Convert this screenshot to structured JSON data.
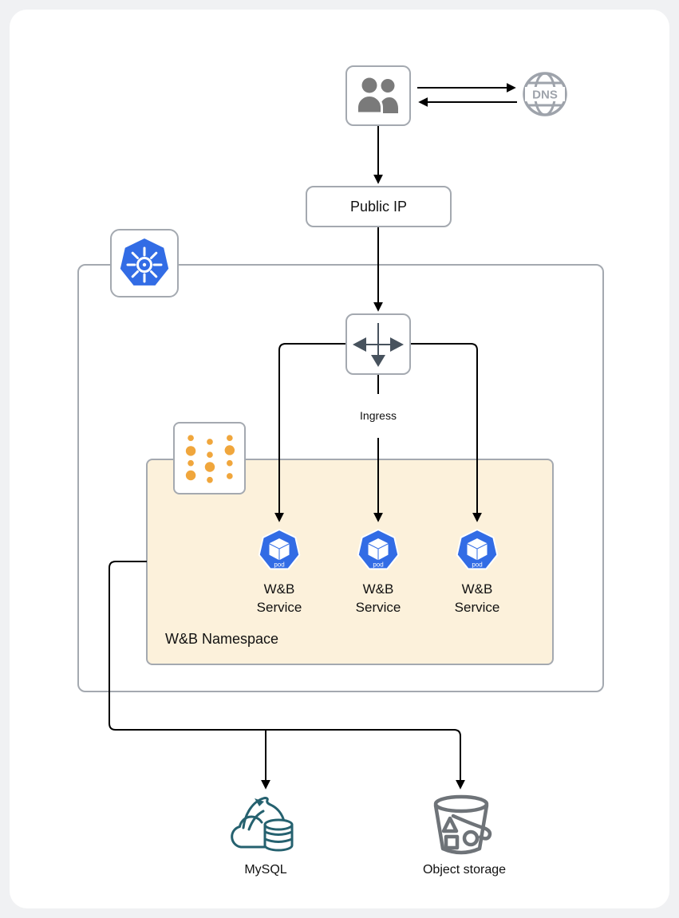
{
  "colors": {
    "canvas_margin": "#F0F1F3",
    "border_gray": "#A4A9B0",
    "line_black": "#000000",
    "kubernetes_blue": "#326CE5",
    "namespace_fill": "#FCF1DB",
    "dot_orange": "#F0A63C",
    "icon_gray": "#9EA3AB",
    "dark_gray": "#6E7378",
    "slate": "#47525D",
    "mysql_teal": "#25616F",
    "text_black": "#111111"
  },
  "nodes": {
    "users": {
      "icon": "users-icon"
    },
    "dns": {
      "icon": "dns-globe-icon",
      "label": "DNS"
    },
    "public_ip": {
      "label": "Public IP"
    },
    "kubernetes": {
      "icon": "kubernetes-icon"
    },
    "ingress": {
      "icon": "ingress-icon",
      "label": "Ingress"
    },
    "namespace": {
      "icon": "namespace-dots-icon",
      "label": "W&B Namespace"
    },
    "pods": [
      {
        "icon": "pod-icon",
        "badge": "pod",
        "label_line1": "W&B",
        "label_line2": "Service"
      },
      {
        "icon": "pod-icon",
        "badge": "pod",
        "label_line1": "W&B",
        "label_line2": "Service"
      },
      {
        "icon": "pod-icon",
        "badge": "pod",
        "label_line1": "W&B",
        "label_line2": "Service"
      }
    ],
    "mysql": {
      "icon": "mysql-icon",
      "label": "MySQL"
    },
    "object_storage": {
      "icon": "bucket-icon",
      "label": "Object storage"
    }
  }
}
